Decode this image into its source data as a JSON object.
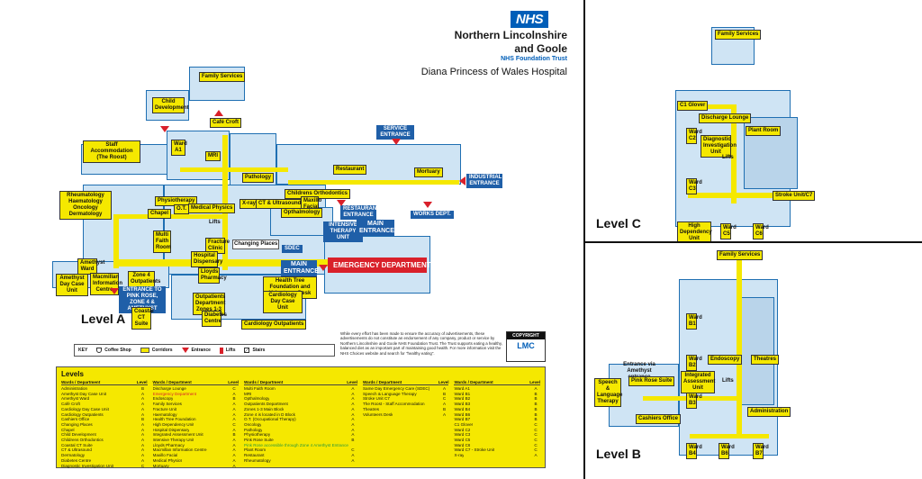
{
  "header": {
    "nhs_logo": "NHS",
    "trust_line1": "Northern Lincolnshire",
    "trust_line2": "and Goole",
    "foundation": "NHS Foundation Trust",
    "hospital": "Diana Princess of Wales Hospital"
  },
  "levels": {
    "a": "Level A",
    "b": "Level B",
    "c": "Level C"
  },
  "level_a_labels": {
    "child_dev": "Child Development",
    "family_services": "Family Services",
    "cafe_croft": "Café Croft",
    "staff_accom": "Staff Accommodation (The Roost)",
    "ward_a1": "Ward A1",
    "mri": "MRI",
    "pathology": "Pathology",
    "restaurant": "Restaurant",
    "mortuary": "Mortuary",
    "service_entrance": "SERVICE ENTRANCE",
    "industrial_entrance": "INDUSTRIAL ENTRANCE",
    "rheumatology": "Rheumatology Haematology Oncology Dermatology",
    "physiotherapy": "Physiotherapy",
    "ot": "O.T.",
    "medical_physics": "Medical Physics",
    "chapel": "Chapel",
    "xray": "X-ray",
    "ct": "CT & Ultrasound",
    "childrens_ortho": "Childrens Orthodontics",
    "maxillo": "Maxillo Facial",
    "ophthalmology": "Opthalmology",
    "restaurant_entrance": "RESTAURANT ENTRANCE",
    "works_dept": "WORKS DEPT.",
    "multi_faith": "Multi Faith Room",
    "lifts": "Lifts",
    "fracture_clinic": "Fracture Clinic",
    "changing_places": "Changing Places",
    "itu": "INTENSIVE THERAPY UNIT",
    "main_entrance_top": "MAIN ENTRANCE",
    "sdec": "SDEC",
    "main_entrance": "MAIN ENTRANCE",
    "emergency": "EMERGENCY DEPARTMENT",
    "hospital_dispensary": "Hospital Dispensary",
    "lloyds": "Lloyds Pharmacy",
    "htf": "Health Tree Foundation and Volunteers Desk",
    "cardio_daycase": "Cardiology Day Case Unit",
    "amethyst_ward": "Amethyst Ward",
    "amethyst_dcu": "Amethyst Day Case Unit",
    "macmillan": "Macmillan Information Centre",
    "zone4": "Zone 4 Outpatients",
    "entrance_pink_rose": "ENTRANCE TO PINK ROSE, ZONE 4 & AMETHYST",
    "coastal_ct": "Coastal CT Suite",
    "outpatients": "Outpatients Department Zones 1-3",
    "diabetes": "Diabetes Centre",
    "cardio_outpatients": "Cardiology Outpatients"
  },
  "key": {
    "title": "KEY",
    "coffee": "Coffee Shop",
    "corridors": "Corridors",
    "entrance": "Entrance",
    "lifts": "Lifts",
    "stairs": "Stairs"
  },
  "disclaimer": "While every effort has been made to ensure the accuracy of advertisements, these advertisements do not constitute an endorsement of any company, product or service by Northern Lincolnshire and Goole NHS Foundation Trust. The Trust supports eating a healthy, balanced diet as an important part of maintaining good health. For more information visit the NHS Choices website and search for \"healthy eating\".",
  "copyright": {
    "label": "COPYRIGHT",
    "brand": "LMC"
  },
  "directory": {
    "title": "Levels",
    "head_name": "Wards / Department",
    "head_level": "Level",
    "columns": [
      [
        {
          "n": "Administration",
          "l": "B"
        },
        {
          "n": "Amethyst Day Case Unit",
          "l": "A"
        },
        {
          "n": "Amethyst Ward",
          "l": "A"
        },
        {
          "n": "Café Croft",
          "l": "A"
        },
        {
          "n": "Cardiology Day Case Unit",
          "l": "A"
        },
        {
          "n": "Cardiology Outpatients",
          "l": "A"
        },
        {
          "n": "Cashiers Office",
          "l": "B"
        },
        {
          "n": "Changing Places",
          "l": "A"
        },
        {
          "n": "Chapel",
          "l": "A"
        },
        {
          "n": "Child Development",
          "l": "A"
        },
        {
          "n": "Childrens Orthodontics",
          "l": "A"
        },
        {
          "n": "Coastal CT Suite",
          "l": "A"
        },
        {
          "n": "CT & Ultrasound",
          "l": "A"
        },
        {
          "n": "Dermatology",
          "l": "A"
        },
        {
          "n": "Diabetes Centre",
          "l": "A"
        },
        {
          "n": "Diagnostic Investigation Unit",
          "l": "C"
        }
      ],
      [
        {
          "n": "Discharge Lounge",
          "l": "C"
        },
        {
          "n": "Emergency Department",
          "l": "A",
          "c": "red"
        },
        {
          "n": "Endoscopy",
          "l": "B"
        },
        {
          "n": "Family Services",
          "l": "A"
        },
        {
          "n": "Fracture Unit",
          "l": "A"
        },
        {
          "n": "Haematology",
          "l": "A"
        },
        {
          "n": "Health Tree Foundation",
          "l": "A"
        },
        {
          "n": "High Dependency Unit",
          "l": "C"
        },
        {
          "n": "Hospital Dispensary",
          "l": "A"
        },
        {
          "n": "Integrated Assessment Unit",
          "l": "B"
        },
        {
          "n": "Intensive Therapy Unit",
          "l": "A"
        },
        {
          "n": "Lloyds Pharmacy",
          "l": "A"
        },
        {
          "n": "Macmillan Information Centre",
          "l": "A"
        },
        {
          "n": "Maxillo Facial",
          "l": "A"
        },
        {
          "n": "Medical Physics",
          "l": "A"
        },
        {
          "n": "Mortuary",
          "l": "A"
        }
      ],
      [
        {
          "n": "Multi Faith Room",
          "l": "A"
        },
        {
          "n": "MRI",
          "l": "A"
        },
        {
          "n": "Opthalmology",
          "l": "A"
        },
        {
          "n": "Outpatients Department",
          "l": "A"
        },
        {
          "n": "Zones 1-3 Main Block",
          "l": "A"
        },
        {
          "n": "Zone 4 is located in D Block",
          "l": "A"
        },
        {
          "n": "O.T. (Occupational Therapy)",
          "l": "A"
        },
        {
          "n": "Oncology",
          "l": "A"
        },
        {
          "n": "Pathology",
          "l": "A"
        },
        {
          "n": "Physiotherapy",
          "l": "A"
        },
        {
          "n": "Pink Rose Suite",
          "l": "B"
        },
        {
          "n": "Pink Rose accessible through Zone 4 Amethyst Entrance",
          "l": "",
          "c": "green"
        },
        {
          "n": "Plant Room",
          "l": "C"
        },
        {
          "n": "Restaurant",
          "l": "A"
        },
        {
          "n": "Rheumatology",
          "l": "A"
        }
      ],
      [
        {
          "n": "Same Day Emergency Care (SDEC)",
          "l": "A"
        },
        {
          "n": "Speech & Language Therapy",
          "l": "B"
        },
        {
          "n": "Stroke Unit C7",
          "l": "C"
        },
        {
          "n": "The Roost - Staff Accommodation",
          "l": "A"
        },
        {
          "n": "Theatres",
          "l": "B"
        },
        {
          "n": "Volunteers Desk",
          "l": "A"
        }
      ],
      [
        {
          "n": "Ward A1",
          "l": "A"
        },
        {
          "n": "Ward B1",
          "l": "B"
        },
        {
          "n": "Ward B2",
          "l": "B"
        },
        {
          "n": "Ward B3",
          "l": "B"
        },
        {
          "n": "Ward B4",
          "l": "B"
        },
        {
          "n": "Ward B6",
          "l": "B"
        },
        {
          "n": "Ward B7",
          "l": "B"
        },
        {
          "n": "C1 Glover",
          "l": "C"
        },
        {
          "n": "Ward C2",
          "l": "C"
        },
        {
          "n": "Ward C3",
          "l": "C"
        },
        {
          "n": "Ward C5",
          "l": "C"
        },
        {
          "n": "Ward C6",
          "l": "C"
        },
        {
          "n": "Ward C7 - Stroke Unit",
          "l": "C"
        },
        {
          "n": "",
          "l": ""
        },
        {
          "n": "X-ray",
          "l": "A"
        }
      ]
    ]
  },
  "level_c_labels": {
    "family_services": "Family Services",
    "c1_glover": "C1 Glover",
    "discharge": "Discharge Lounge",
    "ward_c2": "Ward C2",
    "diu": "Diagnostic Investigation Unit",
    "plant_room": "Plant Room",
    "lifts": "Lifts",
    "ward_c3": "Ward C3",
    "stroke": "Stroke Unit/C7",
    "hdu": "High Dependency Unit",
    "ward_c5": "Ward C5",
    "ward_c6": "Ward C6"
  },
  "level_b_labels": {
    "family_services": "Family Services",
    "ward_b1": "Ward B1",
    "ward_b2": "Ward B2",
    "endoscopy": "Endoscopy",
    "theatres": "Theatres",
    "entrance_amethyst": "Entrance via Amethyst entrance",
    "speech": "Speech & Language Therapy",
    "pink_rose": "Pink Rose Suite",
    "iau": "Integrated Assessment Unit",
    "lifts": "Lifts",
    "ward_b3": "Ward B3",
    "administration": "Administration",
    "cashiers": "Cashiers Office",
    "ward_b4": "Ward B4",
    "ward_b6": "Ward B6",
    "ward_b7": "Ward B7"
  }
}
